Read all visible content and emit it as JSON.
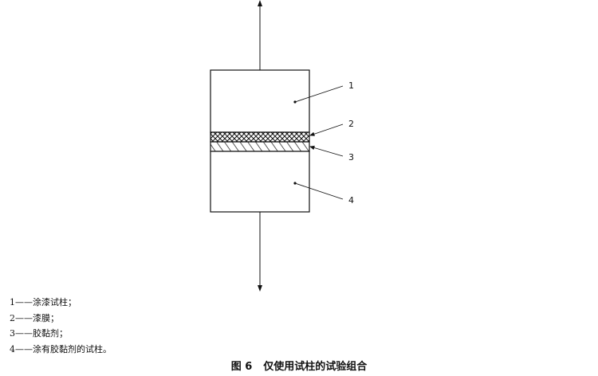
{
  "callouts": [
    {
      "number": "1",
      "text": "涂漆试柱；"
    },
    {
      "number": "2",
      "text": "漆膜；"
    },
    {
      "number": "3",
      "text": "胶黏剂；"
    },
    {
      "number": "4",
      "text": "涂有胶黏剂的试柱。"
    }
  ],
  "legend_separator": "——",
  "caption": {
    "figure_number": "图 6",
    "title": "仅使用试柱的试验组合"
  }
}
